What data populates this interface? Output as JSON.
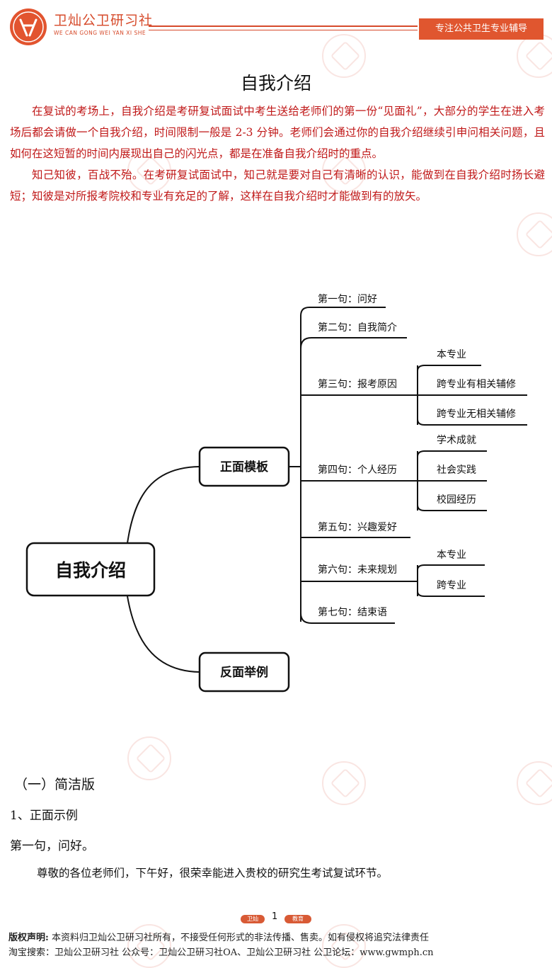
{
  "header": {
    "logo_cn": "卫灿公卫研习社",
    "logo_en": "WE CAN GONG WEI YAN XI SHE",
    "slogan": "专注公共卫生专业辅导"
  },
  "title": "自我介绍",
  "intro": [
    "在复试的考场上，自我介绍是考研复试面试中考生送给老师们的第一份“见面礼”，大部分的学生在进入考场后都会请做一个自我介绍，时间限制一般是 2-3 分钟。老师们会通过你的自我介绍继续引申问相关问题，且如何在这短暂的时间内展现出自己的闪光点，都是在准备自我介绍时的重点。",
    "知己知彼，百战不殆。在考研复试面试中，知己就是要对自己有清晰的认识，能做到在自我介绍时扬长避短；知彼是对所报考院校和专业有充足的了解，这样在自我介绍时才能做到有的放矢。"
  ],
  "mindmap": {
    "root": "自我介绍",
    "positive": "正面模板",
    "negative": "反面举例",
    "items": [
      "第一句：问好",
      "第二句：自我简介",
      "第三句：报考原因",
      "第四句：个人经历",
      "第五句：兴趣爱好",
      "第六句：未来规划",
      "第七句：结束语"
    ],
    "reason_sub": [
      "本专业",
      "跨专业有相关辅修",
      "跨专业无相关辅修"
    ],
    "experience_sub": [
      "学术成就",
      "社会实践",
      "校园经历"
    ],
    "plan_sub": [
      "本专业",
      "跨专业"
    ]
  },
  "section_heading": "（一）简洁版",
  "subheading": "1、正面示例",
  "sentence_label": "第一句，问好。",
  "sentence_text": "尊敬的各位老师们，下午好，很荣幸能进入贵校的研究生考试复试环节。",
  "footer": {
    "badge_left": "卫灿",
    "page_number": "1",
    "badge_right": "教育",
    "copyright_label": "版权声明:",
    "copyright_text": " 本资料归卫灿公卫研习社所有，不接受任何形式的非法传播、售卖。如有侵权将追究法律责任",
    "search_text": "淘宝搜索：卫灿公卫研习社  公众号：卫灿公卫研习社OA、卫灿公卫研习社  公卫论坛：www.gwmph.cn"
  },
  "colors": {
    "accent": "#e0562f",
    "intro_text": "#c01818"
  }
}
